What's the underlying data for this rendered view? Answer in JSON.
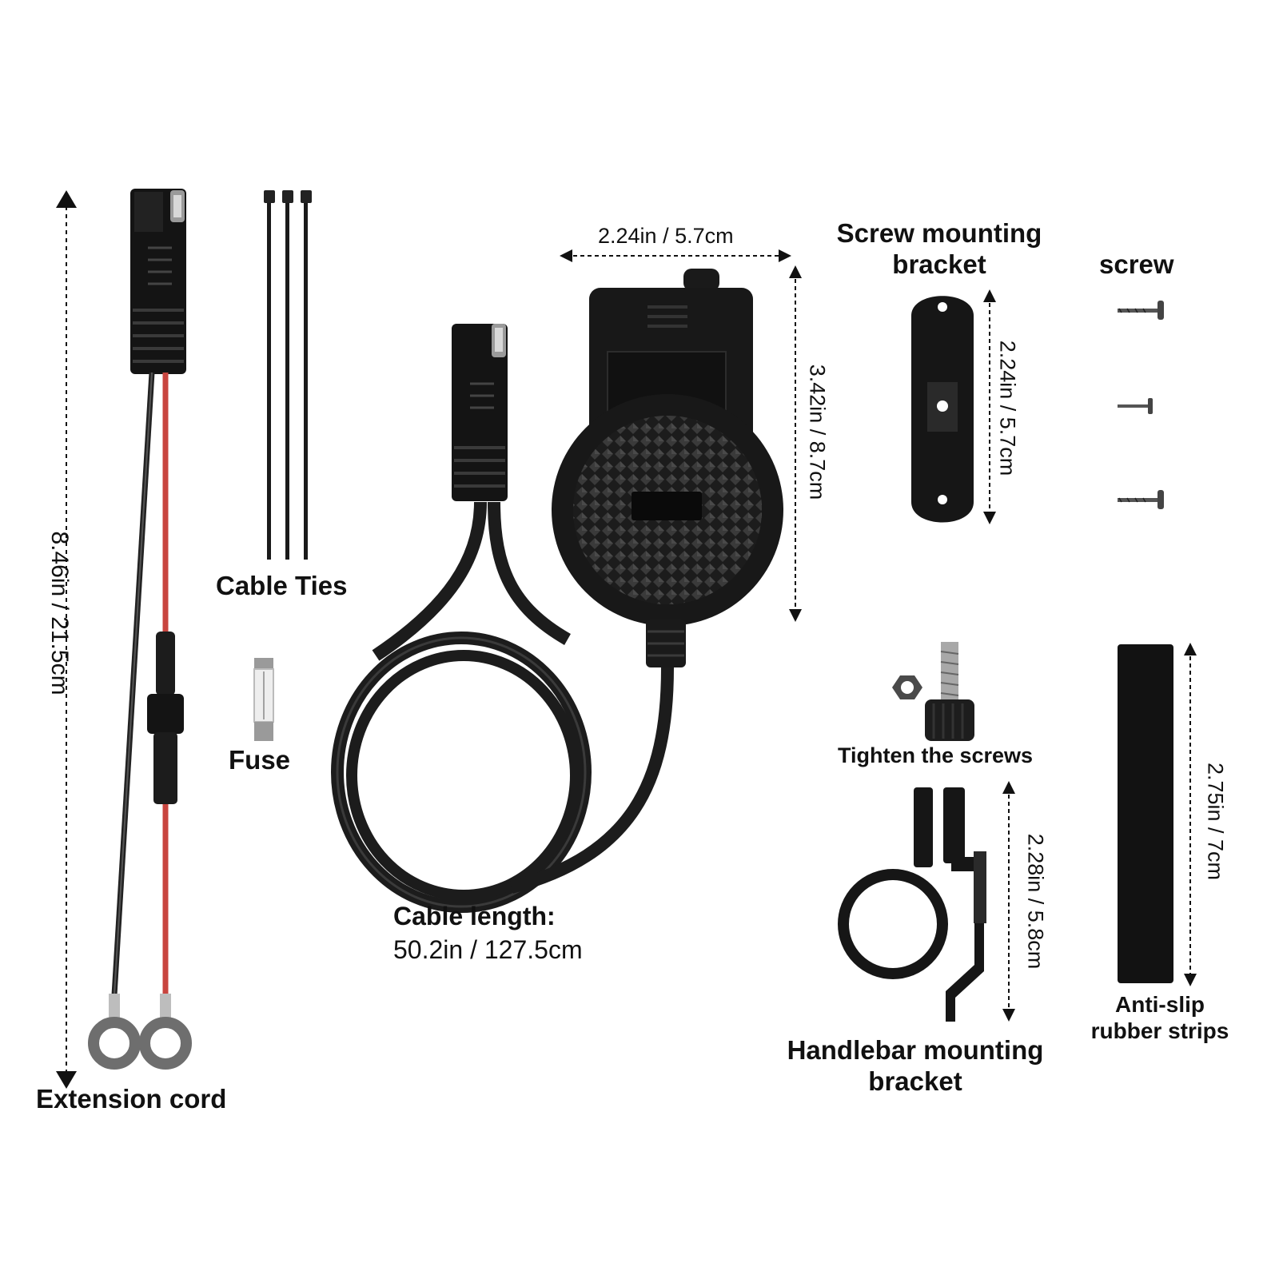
{
  "labels": {
    "extension_cord": "Extension cord",
    "extension_cord_length": "8.46in / 21.5cm",
    "cable_ties": "Cable Ties",
    "fuse": "Fuse",
    "socket_width": "2.24in / 5.7cm",
    "socket_height": "3.42in / 8.7cm",
    "cable_length_title": "Cable length:",
    "cable_length_value": "50.2in / 127.5cm",
    "screw_bracket_line1": "Screw mounting",
    "screw_bracket_line2": "bracket",
    "screw_bracket_length": "2.24in / 5.7cm",
    "screw": "screw",
    "tighten": "Tighten the screws",
    "handlebar_bracket_length": "2.28in / 5.8cm",
    "handlebar_line1": "Handlebar mounting",
    "handlebar_line2": "bracket",
    "rubber_length": "2.75in / 7cm",
    "rubber_line1": "Anti-slip",
    "rubber_line2": "rubber strips"
  },
  "colors": {
    "background": "#ffffff",
    "product_black": "#161616",
    "red_wire": "#c8453f",
    "ring_terminal": "#6e6e6e"
  },
  "icons": [
    "sae-connector-icon",
    "ring-terminal-icon",
    "cable-tie-icon",
    "glass-fuse-icon",
    "usb-socket-icon",
    "screw-icon",
    "thumb-screw-icon",
    "hex-nut-icon"
  ]
}
